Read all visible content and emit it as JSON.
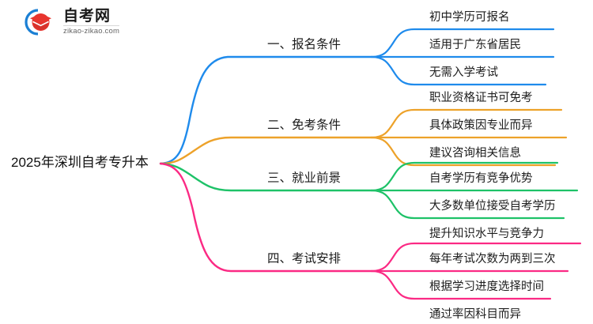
{
  "logo": {
    "icon": "graduation-cap-logo-icon",
    "name_cn": "自考网",
    "url": "zikao-zikao.com"
  },
  "mindmap": {
    "root": {
      "label": "2025年深圳自考专升本"
    },
    "branches": [
      {
        "label": "一、报名条件",
        "color": "#1f8bec",
        "leaves": [
          "初中学历可报名",
          "适用于广东省居民",
          "无需入学考试"
        ]
      },
      {
        "label": "二、免考条件",
        "color": "#eda22a",
        "leaves": [
          "职业资格证书可免考",
          "具体政策因专业而异",
          "建议咨询相关信息"
        ]
      },
      {
        "label": "三、就业前景",
        "color": "#1ec268",
        "leaves": [
          "自考学历有竞争优势",
          "大多数单位接受自考学历",
          "提升知识水平与竞争力"
        ]
      },
      {
        "label": "四、考试安排",
        "color": "#fb2a84",
        "leaves": [
          "每年考试次数为两到三次",
          "根据学习进度选择时间",
          "通过率因科目而异"
        ]
      }
    ]
  }
}
